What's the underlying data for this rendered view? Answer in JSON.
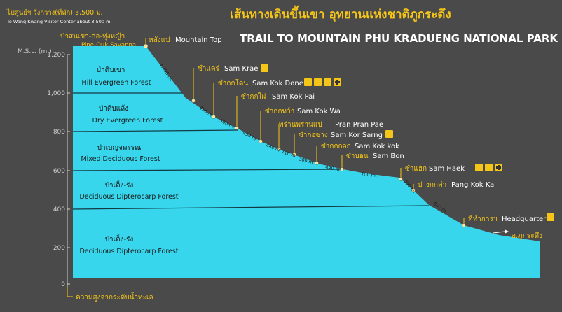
{
  "title_th": "เส้นทางเดินขึ้นเขา อุทยานแห่งชาติภูกระดึง",
  "title_en": "TRAIL TO MOUNTAIN PHU KRADUENG NATIONAL PARK",
  "top_left": {
    "th": "ไปศูนย์ฯ วังกวาง(ที่พัก) 3,500 ม.",
    "en": "To Wang Kwang Visitor Center about 3,500 m."
  },
  "pine_forest": {
    "th": "ป่าสนเขา-ก่อ-หุ่งหญ้า",
    "en": "Pine-Ouk-Savanna"
  },
  "y_axis": {
    "unit_label": "M.S.L. (m.)",
    "ticks": [
      "0",
      "200",
      "400",
      "600",
      "800",
      "1,000",
      "1,200"
    ],
    "bottom_label": "ความสูงจากระดับน้ำทะเล"
  },
  "zones": [
    {
      "th": "ป่าดิบเขา",
      "en": "Hill Evergreen Forest"
    },
    {
      "th": "ป่าดิบแล้ง",
      "en": "Dry Evergreen Forest"
    },
    {
      "th": "ป่าเบญจพรรณ",
      "en": "Mixed Deciduous Forest"
    },
    {
      "th": "ป่าเต็ง-รัง",
      "en": "Deciduous Dipterocarp Forest"
    },
    {
      "th": "ป่าเต็ง-รัง",
      "en": "Deciduous Dipterocarp Forest"
    }
  ],
  "stations": [
    {
      "th": "หลังแป",
      "en": "Mountain Top"
    },
    {
      "th": "ซำแคร่",
      "en": "Sam Krae",
      "icons": [
        "shop-icon"
      ]
    },
    {
      "th": "ซำกกโดน",
      "en": "Sam Kok Done",
      "icons": [
        "shop-icon",
        "toilet-icon",
        "toilet-icon",
        "first-aid-icon"
      ]
    },
    {
      "th": "ซำกกไผ่",
      "en": "Sam Kok Pai"
    },
    {
      "th": "ซำกกหว้า",
      "en": "Sam Kok Wa"
    },
    {
      "th": "พร่านพรานแป",
      "en": "Pran Pran Pae"
    },
    {
      "th": "ซำกอซาง",
      "en": "Sam Kor Sarng",
      "icons": [
        "shop-icon"
      ]
    },
    {
      "th": "ซำกกกอก",
      "en": "Sam Kok kok"
    },
    {
      "th": "ซำบอน",
      "en": "Sam Bon"
    },
    {
      "th": "ซำแฮก",
      "en": "Sam Haek",
      "icons": [
        "shop-icon",
        "toilet-icon",
        "first-aid-icon"
      ]
    },
    {
      "th": "ปางกกค่า",
      "en": "Pang Kok Ka"
    },
    {
      "th": "ที่ทำการฯ",
      "en": "Headquarter",
      "icons": [
        "shop-icon"
      ]
    }
  ],
  "distances": [
    "1,100 m.",
    "450 m.",
    "500 m.",
    "450 m.",
    "440 m.",
    "710 m.",
    "300 m.",
    "440 m.",
    "700 m.",
    "300 m.",
    "800 m."
  ],
  "destination": "อ.ภูกระดึง",
  "colors": {
    "mountain": "#38d6ec",
    "background": "#4a4a4a",
    "accent": "#f5c518",
    "boundary": "#123a44"
  }
}
